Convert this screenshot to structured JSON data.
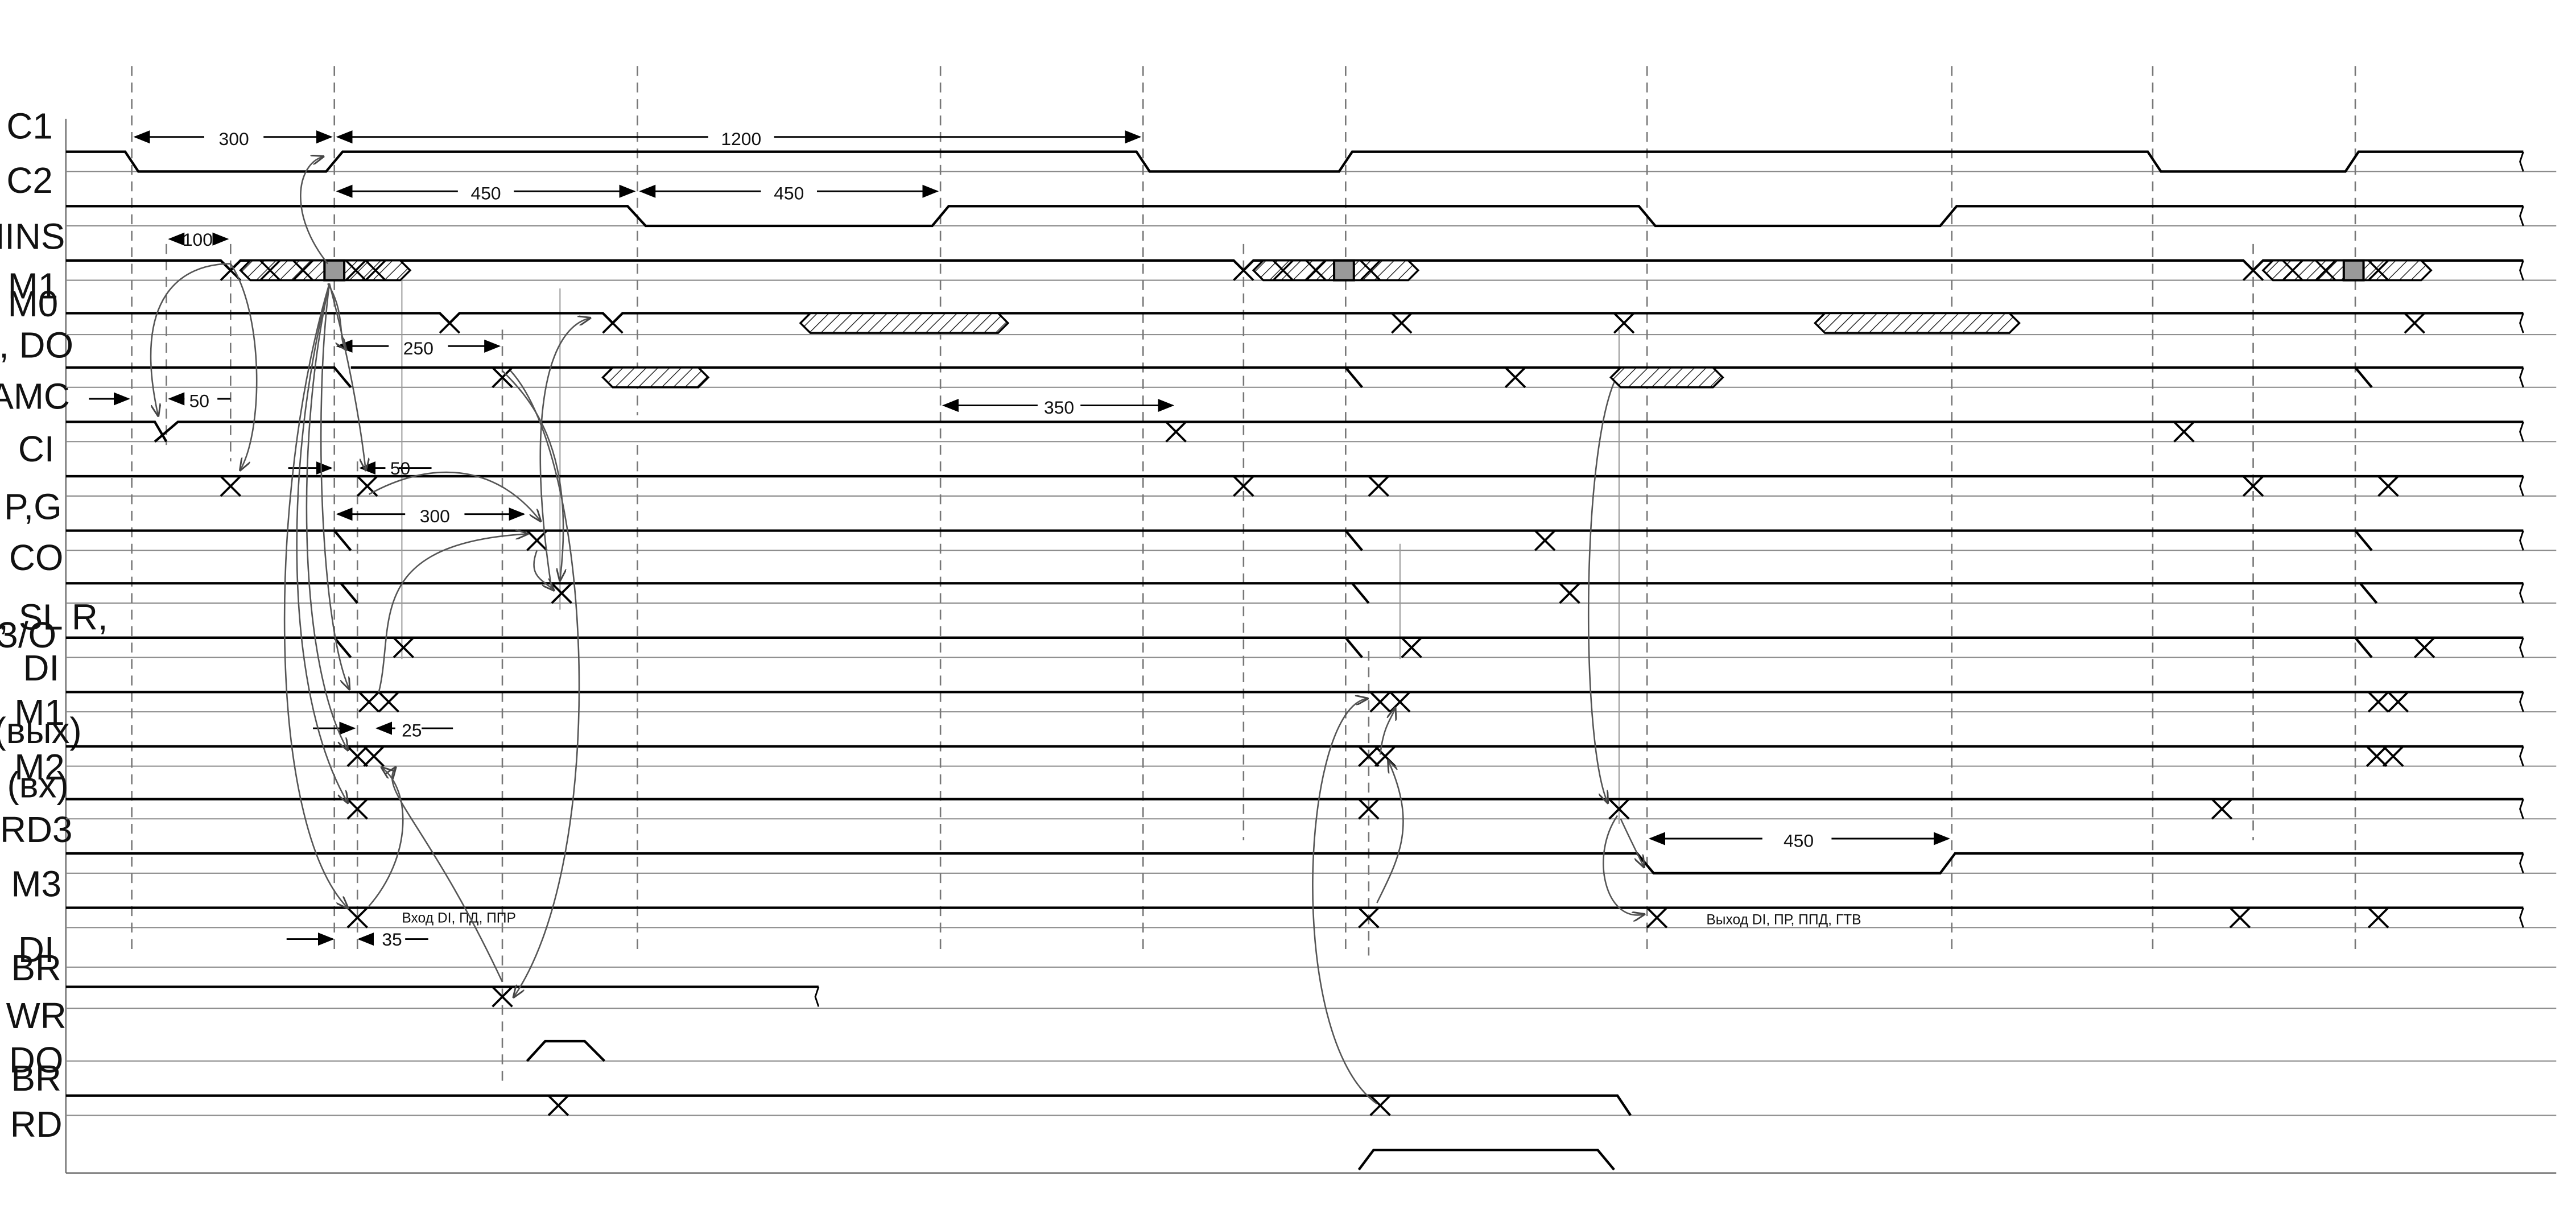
{
  "signals": [
    {
      "id": "c1",
      "lines": [
        "C1"
      ]
    },
    {
      "id": "c2",
      "lines": [
        "C2"
      ]
    },
    {
      "id": "mins",
      "lines": [
        "MINS"
      ]
    },
    {
      "id": "m1m0",
      "lines": [
        "M1",
        "M0"
      ]
    },
    {
      "id": "ddo",
      "lines": [
        "D, DO"
      ]
    },
    {
      "id": "amc",
      "lines": [
        "AMC"
      ]
    },
    {
      "id": "ci",
      "lines": [
        "CI"
      ]
    },
    {
      "id": "pg",
      "lines": [
        "P,G"
      ]
    },
    {
      "id": "co",
      "lines": [
        "CO"
      ]
    },
    {
      "id": "dasl",
      "lines": [
        "DA, SL R,",
        "З/О"
      ]
    },
    {
      "id": "di",
      "lines": [
        "DI"
      ]
    },
    {
      "id": "m1out",
      "lines": [
        "M1",
        "(вых)"
      ]
    },
    {
      "id": "m2in",
      "lines": [
        "M2",
        "(вх)"
      ]
    },
    {
      "id": "rd3",
      "lines": [
        "RD3"
      ]
    },
    {
      "id": "m3",
      "lines": [
        "M3"
      ]
    },
    {
      "id": "dibr",
      "lines": [
        "DI",
        "BR"
      ]
    },
    {
      "id": "wr",
      "lines": [
        "WR"
      ]
    },
    {
      "id": "dobr",
      "lines": [
        "DO",
        "BR"
      ]
    },
    {
      "id": "rd",
      "lines": [
        "RD"
      ]
    }
  ],
  "dimensions": {
    "d300a": "300",
    "d1200": "1200",
    "d450a": "450",
    "d450b": "450",
    "d100": "100",
    "d250": "250",
    "d50a": "50",
    "d350": "350",
    "d50b": "50",
    "d300b": "300",
    "d25": "25",
    "d450c": "450",
    "d35": "35"
  },
  "notes": {
    "input": "Вход DI, ПД, ППР",
    "output": "Выход DI, ПР, ППД, ГТВ"
  }
}
